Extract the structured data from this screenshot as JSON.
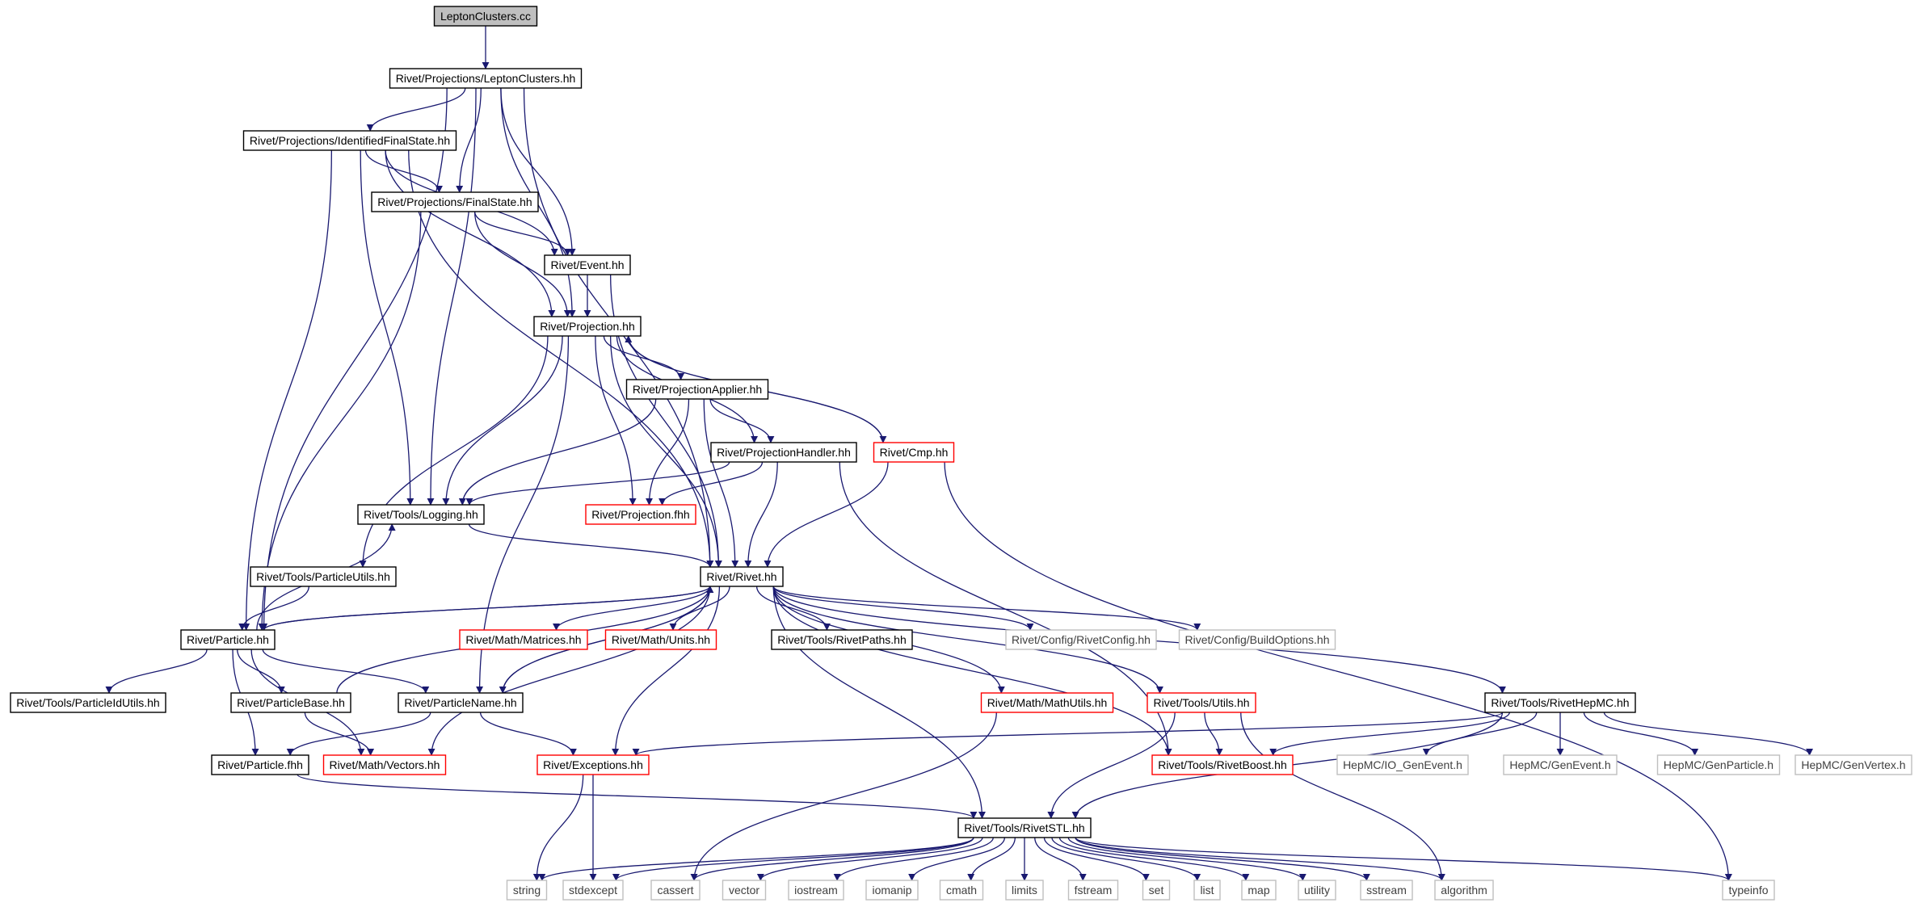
{
  "colors": {
    "edge": "#191970",
    "border_normal": "#000000",
    "border_truncated": "#ff0000",
    "border_external": "#bfbfbf",
    "root_fill": "#bfbfbf",
    "text_normal": "#000000",
    "text_external": "#404040"
  },
  "nodes": {
    "n0": {
      "label": "LeptonClusters.cc",
      "kind": "root"
    },
    "n1": {
      "label": "Rivet/Projections/LeptonClusters.hh",
      "kind": "normal"
    },
    "n2": {
      "label": "Rivet/Projections/IdentifiedFinalState.hh",
      "kind": "normal"
    },
    "n3": {
      "label": "Rivet/Projections/FinalState.hh",
      "kind": "normal"
    },
    "n4": {
      "label": "Rivet/Event.hh",
      "kind": "normal"
    },
    "n5": {
      "label": "Rivet/Projection.hh",
      "kind": "normal"
    },
    "n6": {
      "label": "Rivet/ProjectionApplier.hh",
      "kind": "normal"
    },
    "n7": {
      "label": "Rivet/ProjectionHandler.hh",
      "kind": "normal"
    },
    "n8": {
      "label": "Rivet/Cmp.hh",
      "kind": "truncated"
    },
    "n9": {
      "label": "Rivet/Tools/Logging.hh",
      "kind": "normal"
    },
    "n10": {
      "label": "Rivet/Projection.fhh",
      "kind": "truncated"
    },
    "n11": {
      "label": "Rivet/Tools/ParticleUtils.hh",
      "kind": "normal"
    },
    "n12": {
      "label": "Rivet/Rivet.hh",
      "kind": "normal"
    },
    "n13": {
      "label": "Rivet/Particle.hh",
      "kind": "normal"
    },
    "n14": {
      "label": "Rivet/Math/Matrices.hh",
      "kind": "truncated"
    },
    "n15": {
      "label": "Rivet/Math/Units.hh",
      "kind": "truncated"
    },
    "n16": {
      "label": "Rivet/Tools/RivetPaths.hh",
      "kind": "normal"
    },
    "n17": {
      "label": "Rivet/Config/RivetConfig.hh",
      "kind": "external"
    },
    "n18": {
      "label": "Rivet/Config/BuildOptions.hh",
      "kind": "external"
    },
    "n19": {
      "label": "Rivet/Tools/ParticleIdUtils.hh",
      "kind": "normal"
    },
    "n20": {
      "label": "Rivet/ParticleBase.hh",
      "kind": "normal"
    },
    "n21": {
      "label": "Rivet/ParticleName.hh",
      "kind": "normal"
    },
    "n22": {
      "label": "Rivet/Math/MathUtils.hh",
      "kind": "truncated"
    },
    "n23": {
      "label": "Rivet/Tools/Utils.hh",
      "kind": "truncated"
    },
    "n24": {
      "label": "Rivet/Tools/RivetHepMC.hh",
      "kind": "normal"
    },
    "n25": {
      "label": "Rivet/Particle.fhh",
      "kind": "normal"
    },
    "n26": {
      "label": "Rivet/Math/Vectors.hh",
      "kind": "truncated"
    },
    "n27": {
      "label": "Rivet/Exceptions.hh",
      "kind": "truncated"
    },
    "n28": {
      "label": "Rivet/Tools/RivetBoost.hh",
      "kind": "truncated"
    },
    "n29": {
      "label": "HepMC/IO_GenEvent.h",
      "kind": "external"
    },
    "n30": {
      "label": "HepMC/GenEvent.h",
      "kind": "external"
    },
    "n31": {
      "label": "HepMC/GenParticle.h",
      "kind": "external"
    },
    "n32": {
      "label": "HepMC/GenVertex.h",
      "kind": "external"
    },
    "n33": {
      "label": "Rivet/Tools/RivetSTL.hh",
      "kind": "normal"
    },
    "n34": {
      "label": "string",
      "kind": "external"
    },
    "n35": {
      "label": "stdexcept",
      "kind": "external"
    },
    "n36": {
      "label": "cassert",
      "kind": "external"
    },
    "n37": {
      "label": "vector",
      "kind": "external"
    },
    "n38": {
      "label": "iostream",
      "kind": "external"
    },
    "n39": {
      "label": "iomanip",
      "kind": "external"
    },
    "n40": {
      "label": "cmath",
      "kind": "external"
    },
    "n41": {
      "label": "limits",
      "kind": "external"
    },
    "n42": {
      "label": "fstream",
      "kind": "external"
    },
    "n43": {
      "label": "set",
      "kind": "external"
    },
    "n44": {
      "label": "list",
      "kind": "external"
    },
    "n45": {
      "label": "map",
      "kind": "external"
    },
    "n46": {
      "label": "utility",
      "kind": "external"
    },
    "n47": {
      "label": "sstream",
      "kind": "external"
    },
    "n48": {
      "label": "algorithm",
      "kind": "external"
    },
    "n49": {
      "label": "typeinfo",
      "kind": "external"
    }
  },
  "edges": [
    [
      "n0",
      "n1"
    ],
    [
      "n1",
      "n2"
    ],
    [
      "n1",
      "n3"
    ],
    [
      "n1",
      "n4"
    ],
    [
      "n1",
      "n5"
    ],
    [
      "n1",
      "n9"
    ],
    [
      "n1",
      "n12"
    ],
    [
      "n1",
      "n13"
    ],
    [
      "n2",
      "n3"
    ],
    [
      "n2",
      "n4"
    ],
    [
      "n2",
      "n5"
    ],
    [
      "n2",
      "n9"
    ],
    [
      "n2",
      "n12"
    ],
    [
      "n2",
      "n13"
    ],
    [
      "n3",
      "n4"
    ],
    [
      "n3",
      "n5"
    ],
    [
      "n3",
      "n13"
    ],
    [
      "n4",
      "n5"
    ],
    [
      "n4",
      "n12"
    ],
    [
      "n5",
      "n6"
    ],
    [
      "n5",
      "n7"
    ],
    [
      "n5",
      "n8"
    ],
    [
      "n5",
      "n9"
    ],
    [
      "n5",
      "n10"
    ],
    [
      "n5",
      "n11"
    ],
    [
      "n5",
      "n12"
    ],
    [
      "n5",
      "n21"
    ],
    [
      "n6",
      "n7"
    ],
    [
      "n6",
      "n9"
    ],
    [
      "n6",
      "n10"
    ],
    [
      "n6",
      "n12"
    ],
    [
      "n7",
      "n9"
    ],
    [
      "n7",
      "n10"
    ],
    [
      "n7",
      "n12"
    ],
    [
      "n7",
      "n28"
    ],
    [
      "n8",
      "n5"
    ],
    [
      "n8",
      "n12"
    ],
    [
      "n8",
      "n49"
    ],
    [
      "n9",
      "n12"
    ],
    [
      "n11",
      "n13"
    ],
    [
      "n12",
      "n13"
    ],
    [
      "n12",
      "n14"
    ],
    [
      "n12",
      "n15"
    ],
    [
      "n12",
      "n16"
    ],
    [
      "n12",
      "n17"
    ],
    [
      "n12",
      "n18"
    ],
    [
      "n12",
      "n21"
    ],
    [
      "n12",
      "n22"
    ],
    [
      "n12",
      "n23"
    ],
    [
      "n12",
      "n24"
    ],
    [
      "n12",
      "n26"
    ],
    [
      "n12",
      "n27"
    ],
    [
      "n12",
      "n28"
    ],
    [
      "n12",
      "n33"
    ],
    [
      "n13",
      "n9"
    ],
    [
      "n13",
      "n12"
    ],
    [
      "n13",
      "n19"
    ],
    [
      "n13",
      "n20"
    ],
    [
      "n13",
      "n21"
    ],
    [
      "n13",
      "n25"
    ],
    [
      "n13",
      "n26"
    ],
    [
      "n20",
      "n12"
    ],
    [
      "n20",
      "n26"
    ],
    [
      "n21",
      "n12"
    ],
    [
      "n21",
      "n25"
    ],
    [
      "n21",
      "n27"
    ],
    [
      "n22",
      "n36"
    ],
    [
      "n23",
      "n28"
    ],
    [
      "n23",
      "n33"
    ],
    [
      "n23",
      "n48"
    ],
    [
      "n24",
      "n27"
    ],
    [
      "n24",
      "n28"
    ],
    [
      "n24",
      "n29"
    ],
    [
      "n24",
      "n30"
    ],
    [
      "n24",
      "n31"
    ],
    [
      "n24",
      "n32"
    ],
    [
      "n24",
      "n33"
    ],
    [
      "n25",
      "n33"
    ],
    [
      "n27",
      "n34"
    ],
    [
      "n27",
      "n35"
    ],
    [
      "n33",
      "n34"
    ],
    [
      "n33",
      "n35"
    ],
    [
      "n33",
      "n36"
    ],
    [
      "n33",
      "n37"
    ],
    [
      "n33",
      "n38"
    ],
    [
      "n33",
      "n39"
    ],
    [
      "n33",
      "n40"
    ],
    [
      "n33",
      "n41"
    ],
    [
      "n33",
      "n42"
    ],
    [
      "n33",
      "n43"
    ],
    [
      "n33",
      "n44"
    ],
    [
      "n33",
      "n45"
    ],
    [
      "n33",
      "n46"
    ],
    [
      "n33",
      "n47"
    ],
    [
      "n33",
      "n48"
    ],
    [
      "n33",
      "n49"
    ]
  ]
}
